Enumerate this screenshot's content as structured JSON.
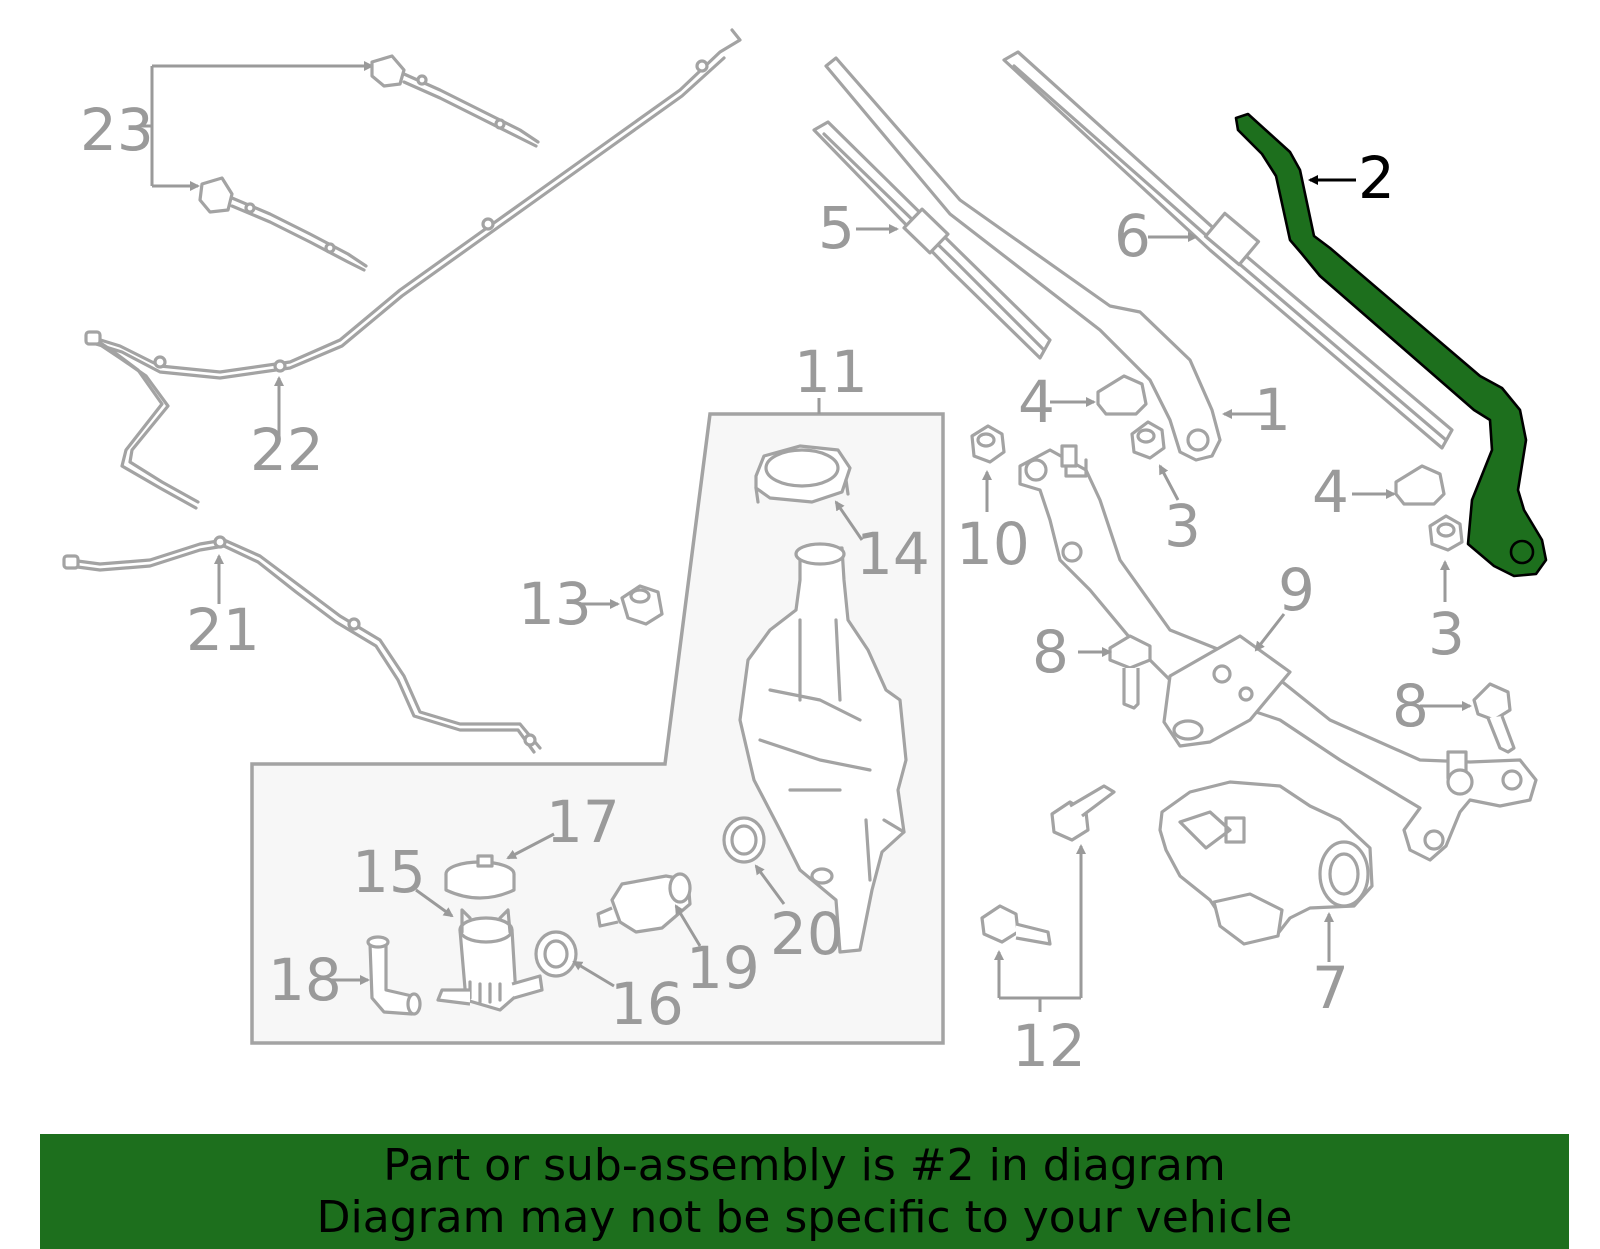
{
  "highlighted_part": "2",
  "highlight_color": "#1d6f1d",
  "labels": {
    "p1": "1",
    "p2": "2",
    "p3a": "3",
    "p3b": "3",
    "p4a": "4",
    "p4b": "4",
    "p5": "5",
    "p6": "6",
    "p7": "7",
    "p8a": "8",
    "p8b": "8",
    "p9": "9",
    "p10": "10",
    "p11": "11",
    "p12": "12",
    "p13": "13",
    "p14": "14",
    "p15": "15",
    "p16": "16",
    "p17": "17",
    "p18": "18",
    "p19": "19",
    "p20": "20",
    "p21": "21",
    "p22": "22",
    "p23": "23"
  },
  "banner": {
    "line1": "Part or sub-assembly is #2 in diagram",
    "line2": "Diagram may not be specific to your vehicle"
  }
}
